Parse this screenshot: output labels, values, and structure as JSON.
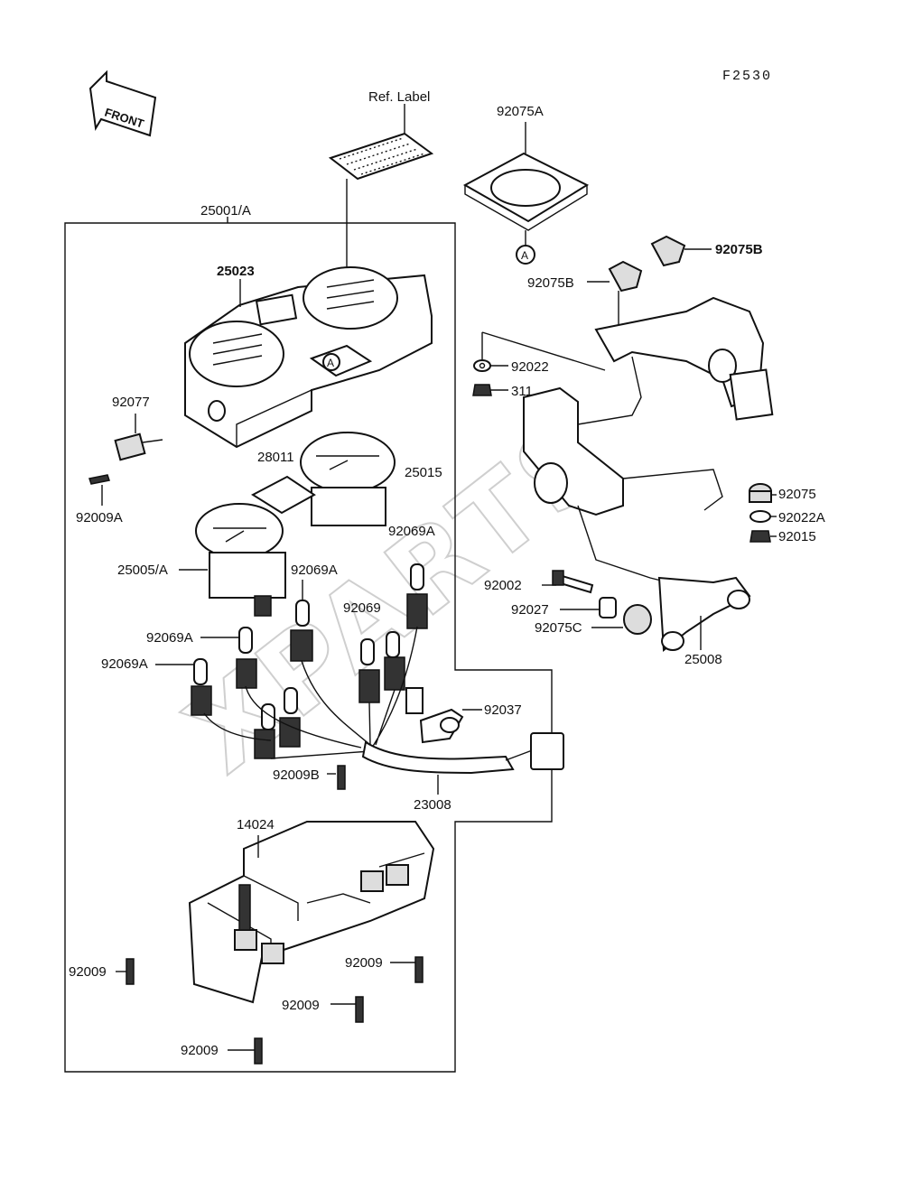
{
  "figure_code": "F2530",
  "front_label": "FRONT",
  "watermark": "XPARTS",
  "callout_marker": "A",
  "parts": {
    "ref_label": "Ref. Label",
    "p25001A": "25001/A",
    "p25023": "25023",
    "p92077": "92077",
    "p92009A": "92009A",
    "p28011": "28011",
    "p25015": "25015",
    "p25005A": "25005/A",
    "p92069A_1": "92069A",
    "p92069A_2": "92069A",
    "p92069A_3": "92069A",
    "p92069A_4": "92069A",
    "p92069": "92069",
    "p92037": "92037",
    "p92009B": "92009B",
    "p23008": "23008",
    "p14024": "14024",
    "p92009_1": "92009",
    "p92009_2": "92009",
    "p92009_3": "92009",
    "p92009_4": "92009",
    "p92075A": "92075A",
    "p92075B_1": "92075B",
    "p92075B_2": "92075B",
    "p92022": "92022",
    "p311": "311",
    "p92075": "92075",
    "p92022A": "92022A",
    "p92015": "92015",
    "p92002": "92002",
    "p92027": "92027",
    "p92075C": "92075C",
    "p25008": "25008"
  }
}
